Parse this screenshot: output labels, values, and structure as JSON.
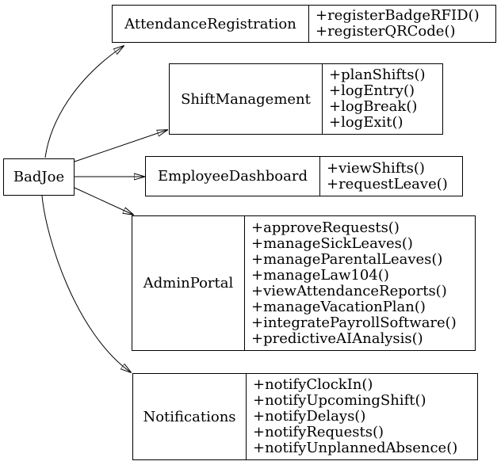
{
  "diagram": {
    "actor": {
      "label": "BadJoe"
    },
    "classes": [
      {
        "name": "AttendanceRegistration",
        "methods": [
          "+registerBadgeRFID()",
          "+registerQRCode()"
        ]
      },
      {
        "name": "ShiftManagement",
        "methods": [
          "+planShifts()",
          "+logEntry()",
          "+logBreak()",
          "+logExit()"
        ]
      },
      {
        "name": "EmployeeDashboard",
        "methods": [
          "+viewShifts()",
          "+requestLeave()"
        ]
      },
      {
        "name": "AdminPortal",
        "methods": [
          "+approveRequests()",
          "+manageSickLeaves()",
          "+manageParentalLeaves()",
          "+manageLaw104()",
          "+viewAttendanceReports()",
          "+manageVacationPlan()",
          "+integratePayrollSoftware()",
          "+predictiveAIAnalysis()"
        ]
      },
      {
        "name": "Notifications",
        "methods": [
          "+notifyClockIn()",
          "+notifyUpcomingShift()",
          "+notifyDelays()",
          "+notifyRequests()",
          "+notifyUnplannedAbsence()"
        ]
      }
    ],
    "edges": [
      {
        "from": "BadJoe",
        "to": "AttendanceRegistration"
      },
      {
        "from": "BadJoe",
        "to": "ShiftManagement"
      },
      {
        "from": "BadJoe",
        "to": "EmployeeDashboard"
      },
      {
        "from": "BadJoe",
        "to": "AdminPortal"
      },
      {
        "from": "BadJoe",
        "to": "Notifications"
      }
    ],
    "colors": {
      "stroke": "#000000",
      "background": "#ffffff",
      "text": "#000000"
    }
  }
}
